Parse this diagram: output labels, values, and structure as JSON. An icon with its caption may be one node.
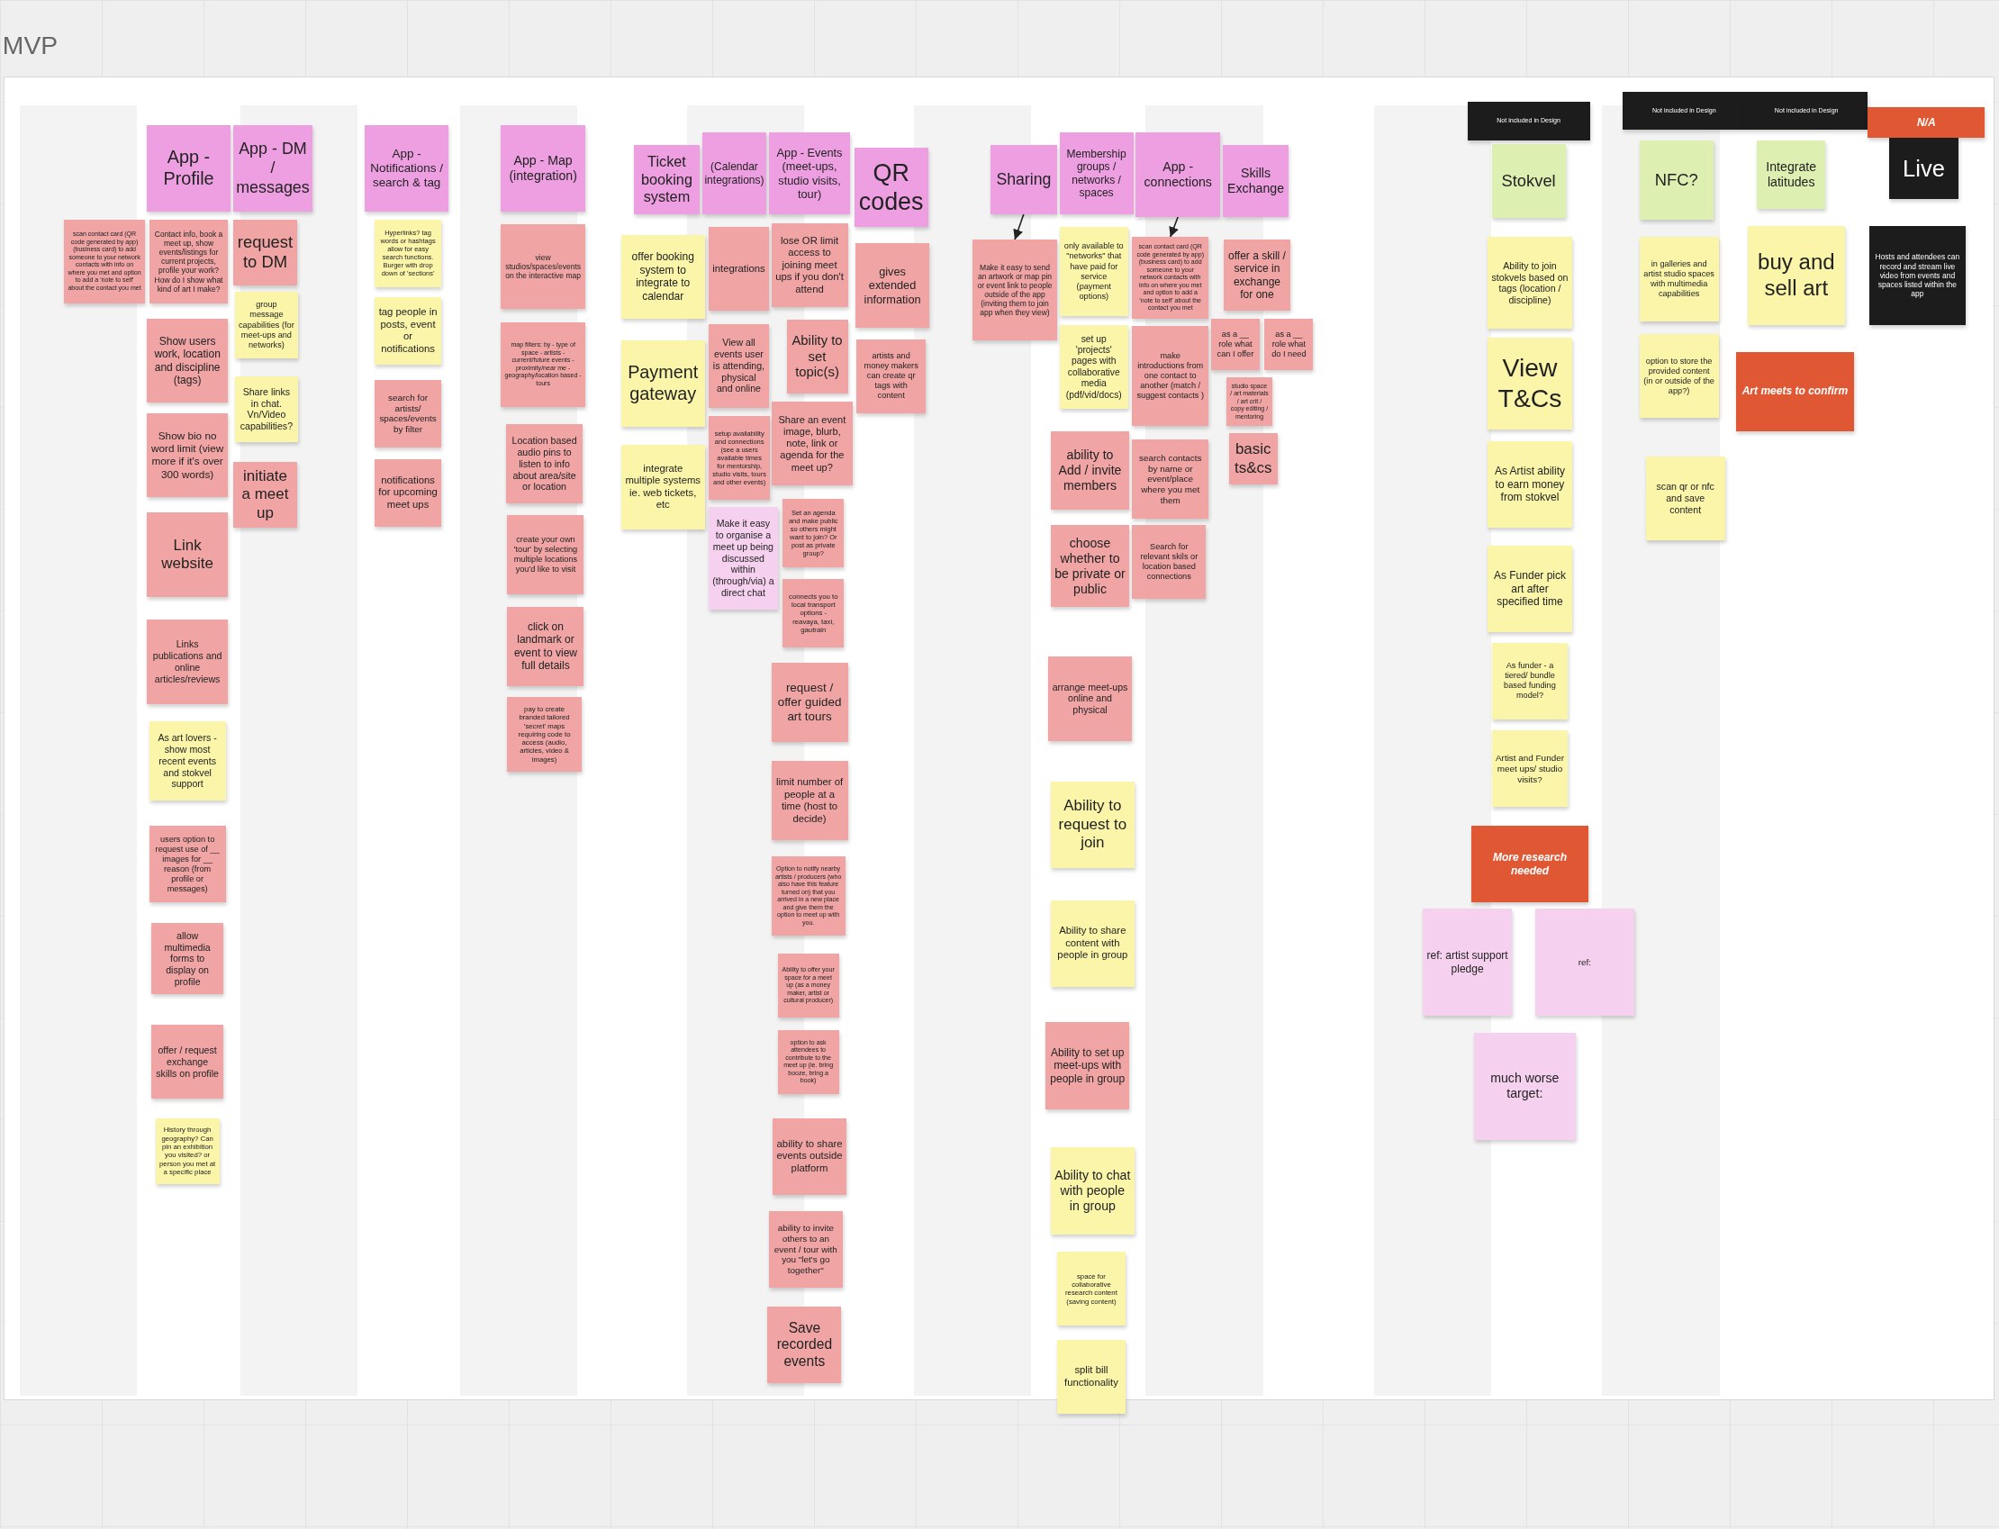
{
  "diagram": {
    "title": "MVP",
    "nodes": [
      {
        "text": [
          "App - Profile"
        ]
      },
      {
        "text": [
          "App - DM / messages"
        ]
      },
      {
        "text": [
          "App - Notifications / search & tag"
        ]
      },
      {
        "text": [
          "App - Map (integration)"
        ]
      },
      {
        "text": [
          "Ticket booking system"
        ]
      },
      {
        "text": [
          "(Calendar integrations)"
        ]
      },
      {
        "text": [
          "App - Events (meet-ups, studio visits, tour)"
        ]
      },
      {
        "text": [
          "QR codes"
        ]
      },
      {
        "text": [
          "Sharing"
        ]
      },
      {
        "text": [
          "Membership groups / networks / spaces"
        ]
      },
      {
        "text": [
          "App - connections"
        ]
      },
      {
        "text": [
          "Skills Exchange"
        ]
      },
      {
        "text": [
          "scan contact card (QR code generated by app) (business card) to add someone to your network contacts with info on where you met and option to add a 'note to self' about the contact you met"
        ]
      },
      {
        "text": [
          "Contact info, book a meet up, show events/listings for current projects, profile your work? How do I show what kind of art I make?"
        ]
      },
      {
        "text": [
          "request to DM"
        ]
      },
      {
        "text": [
          "group message capabilities (for meet-ups and networks)"
        ]
      },
      {
        "text": [
          "Show users work, location and discipline (tags)"
        ]
      },
      {
        "text": [
          "Share links in chat. Vn/Video capabilities?"
        ]
      },
      {
        "text": [
          "Show bio no word limit (view more if it's over 300 words)"
        ]
      },
      {
        "text": [
          "initiate a meet up"
        ]
      },
      {
        "text": [
          "Link website"
        ]
      },
      {
        "text": [
          "Links publications and online articles/reviews"
        ]
      },
      {
        "text": [
          "As art lovers - show most recent events and stokvel support"
        ]
      },
      {
        "text": [
          "users option to request use of __ images for __ reason (from profile or messages)"
        ]
      },
      {
        "text": [
          "allow multimedia forms to display on profile"
        ]
      },
      {
        "text": [
          "offer / request exchange skills on profile"
        ]
      },
      {
        "text": [
          "History through geography? Can pin an exhibition you visited? or person you met at a specific place"
        ]
      },
      {
        "text": [
          "Hyperlinks? tag words or hashtags allow for easy search functions. Burger with drop down of 'sections'"
        ]
      },
      {
        "text": [
          "tag people in posts, event or notifications"
        ]
      },
      {
        "text": [
          "search for artists/ spaces/events by filter"
        ]
      },
      {
        "text": [
          "notifications for upcoming meet ups"
        ]
      },
      {
        "text": [
          "view studios/spaces/events on the interactive map"
        ]
      },
      {
        "text": [
          "map filters: by - type of space - artists - current/future events -proximity/near me -geography/location based - tours"
        ]
      },
      {
        "text": [
          "Location based audio pins to listen to info about area/site or location"
        ]
      },
      {
        "text": [
          "create your own 'tour' by selecting multiple locations you'd like to visit"
        ]
      },
      {
        "text": [
          "click on landmark or event to view full details"
        ]
      },
      {
        "text": [
          "pay to create branded tailored 'secret' maps requiring code to access (audio, articles, video & images)"
        ]
      },
      {
        "text": [
          "offer booking system to integrate to calendar"
        ]
      },
      {
        "text": [
          "Payment gateway"
        ]
      },
      {
        "text": [
          "integrate multiple systems ie. web tickets, etc"
        ]
      },
      {
        "text": [
          "integrations"
        ]
      },
      {
        "text": [
          "View all events user is attending, physical and online"
        ]
      },
      {
        "text": [
          "setup availability and connections (see a users available times for mentorship, studio visits, tours and other events)"
        ]
      },
      {
        "text": [
          "Make it easy to organise a meet up being discussed within (through/via) a direct chat"
        ]
      },
      {
        "text": [
          "lose OR limit access to joining meet ups if you don't attend"
        ]
      },
      {
        "text": [
          "Ability to set topic(s)"
        ]
      },
      {
        "text": [
          "Share an event image, blurb, note, link or agenda for the meet up?"
        ]
      },
      {
        "text": [
          "Set an agenda and make public so others might want to join? Or post as private group?"
        ]
      },
      {
        "text": [
          "connects you to local transport options - reavaya, taxi, gautrain"
        ]
      },
      {
        "text": [
          "request / offer guided art tours"
        ]
      },
      {
        "text": [
          "limit number of people at a time (host to decide)"
        ]
      },
      {
        "text": [
          "Option to notify nearby artists / producers (who also have this feature turned on) that you arrived in a new place and give them the option to meet up with you."
        ]
      },
      {
        "text": [
          "Ability to offer your space for a meet up (as a money maker, artist or cultural producer)"
        ]
      },
      {
        "text": [
          "option to ask attendees to contribute to the meet up (ie. bring booze, bring a book)"
        ]
      },
      {
        "text": [
          "ability to share events outside platform"
        ]
      },
      {
        "text": [
          "ability to invite others to an event / tour with you \"let's go together\""
        ]
      },
      {
        "text": [
          "Save recorded events"
        ]
      },
      {
        "text": [
          "gives extended information"
        ]
      },
      {
        "text": [
          "artists and money makers can create qr tags with content"
        ]
      },
      {
        "text": [
          "Make it easy to send an artwork or map pin or event link to people outside of the app (inviting them to join app when they view)"
        ]
      },
      {
        "text": [
          "only available to \"networks\" that have paid for service (payment options)"
        ]
      },
      {
        "text": [
          "set up 'projects' pages with collaborative media (pdf/vid/docs)"
        ]
      },
      {
        "text": [
          "ability to Add / invite members"
        ]
      },
      {
        "text": [
          "choose whether to be private or public"
        ]
      },
      {
        "text": [
          "arrange meet-ups online and physical"
        ]
      },
      {
        "text": [
          "Ability to request to join"
        ]
      },
      {
        "text": [
          "Ability to share content with people in group"
        ]
      },
      {
        "text": [
          "Ability to set up meet-ups with people in group"
        ]
      },
      {
        "text": [
          "Ability to chat with people in group"
        ]
      },
      {
        "text": [
          "space for collaborative research content (saving content)"
        ]
      },
      {
        "text": [
          "split bill functionality"
        ]
      },
      {
        "text": [
          "scan contact card (QR code generated by app) (business card) to add someone to your network contacts with info on where you met and option to add a 'note to self' about the contact you met"
        ]
      },
      {
        "text": [
          "make introductions from one contact to another (match / suggest contacts )"
        ]
      },
      {
        "text": [
          "search contacts by name or event/place where you met them"
        ]
      },
      {
        "text": [
          "Search for relevant skils or location based connections"
        ]
      },
      {
        "text": [
          "offer a skill / service in exchange for one"
        ]
      },
      {
        "text": [
          "as a __ role what can I offer"
        ]
      },
      {
        "text": [
          "as a __ role what do I need"
        ]
      },
      {
        "text": [
          "studio space / art materials / art crit / copy editing / mentoring"
        ]
      },
      {
        "text": [
          "basic ts&cs"
        ]
      },
      {
        "text": [
          "Not included in Design"
        ]
      },
      {
        "text": [
          "Stokvel"
        ]
      },
      {
        "text": [
          "Ability to join stokvels based on tags (location / discipline)"
        ]
      },
      {
        "text": [
          "View T&Cs"
        ]
      },
      {
        "text": [
          "As Artist ability to earn money from stokvel"
        ]
      },
      {
        "text": [
          "As Funder pick art after specified time"
        ]
      },
      {
        "text": [
          "As funder - a tiered/ bundle based funding model?"
        ]
      },
      {
        "text": [
          "Artist and Funder meet ups/ studio visits?"
        ]
      },
      {
        "text": [
          "More research needed"
        ]
      },
      {
        "text": [
          "ref: artist support pledge"
        ]
      },
      {
        "text": [
          "ref:"
        ]
      },
      {
        "text": [
          "much worse target:"
        ]
      },
      {
        "text": [
          "Not included in Design"
        ]
      },
      {
        "text": [
          "Not included in Design"
        ]
      },
      {
        "text": [
          "N/A"
        ]
      },
      {
        "text": [
          "NFC?"
        ]
      },
      {
        "text": [
          "in galleries and artist studio spaces with multimedia capabilities"
        ]
      },
      {
        "text": [
          "option to store the provided content (in or outside of the app?)"
        ]
      },
      {
        "text": [
          "scan qr or nfc and save content"
        ]
      },
      {
        "text": [
          "Integrate latitudes"
        ]
      },
      {
        "text": [
          "buy and sell art"
        ]
      },
      {
        "text": [
          "Art meets to confirm"
        ]
      },
      {
        "text": [
          "Live"
        ]
      },
      {
        "text": [
          "Hosts and attendees can record and stream live video from events and spaces listed within the app"
        ]
      }
    ],
    "edges": [
      {
        "from": 8,
        "to": 59,
        "arrow": "to"
      },
      {
        "from": 10,
        "to": 71,
        "arrow": "to"
      }
    ]
  }
}
